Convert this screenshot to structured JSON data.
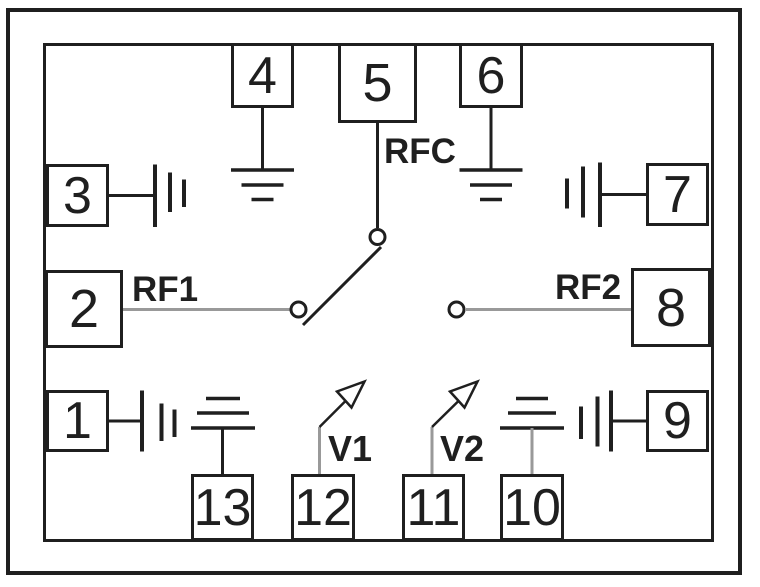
{
  "diagram": {
    "pins": {
      "p1": "1",
      "p2": "2",
      "p3": "3",
      "p4": "4",
      "p5": "5",
      "p6": "6",
      "p7": "7",
      "p8": "8",
      "p9": "9",
      "p10": "10",
      "p11": "11",
      "p12": "12",
      "p13": "13"
    },
    "labels": {
      "rfc": "RFC",
      "rf1": "RF1",
      "rf2": "RF2",
      "v1": "V1",
      "v2": "V2"
    },
    "colors": {
      "line": "#1f1f1f",
      "wire": "#999999",
      "background": "#ffffff"
    }
  }
}
